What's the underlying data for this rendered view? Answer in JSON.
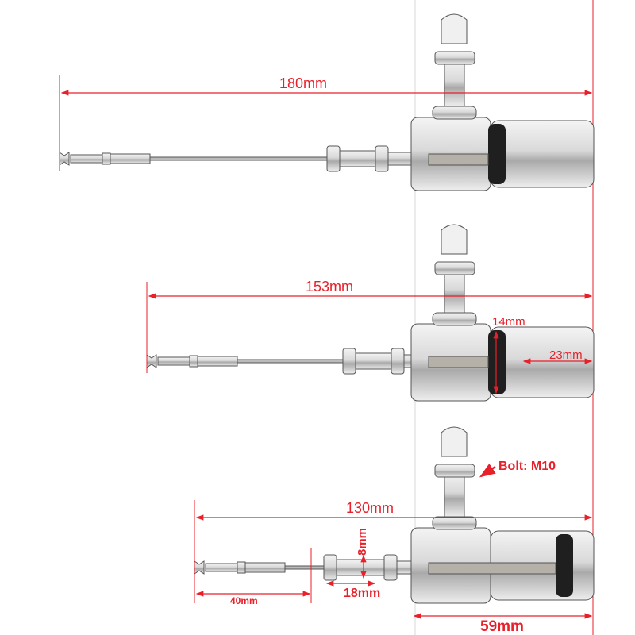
{
  "colors": {
    "dimension": "#e8202a",
    "metal": "#c9c9c9",
    "seal": "#1f1f1f"
  },
  "assemblies": [
    {
      "overall_length": "180mm"
    },
    {
      "overall_length": "153mm",
      "seal_diameter": "14mm",
      "cap_length": "23mm"
    },
    {
      "overall_length": "130mm",
      "bolt": "Bolt: M10",
      "thread_diameter": "8mm",
      "thread_length": "18mm",
      "clevis_length": "40mm",
      "body_length": "59mm"
    }
  ]
}
